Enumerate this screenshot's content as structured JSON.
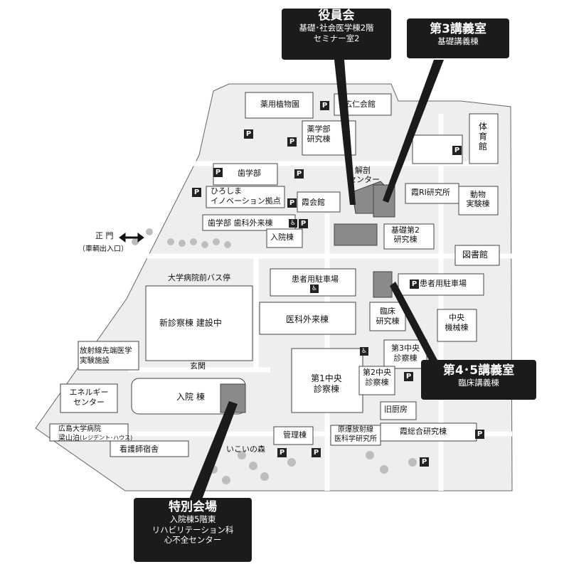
{
  "callouts": {
    "yakuin": {
      "title": "役員会",
      "sub1": "基礎･社会医学棟2階",
      "sub2": "セミナー室2"
    },
    "lec3": {
      "title": "第3講義室",
      "sub1": "基礎講義棟"
    },
    "lec45": {
      "title": "第4･5講義室",
      "sub1": "臨床講義棟"
    },
    "special": {
      "title": "特別会場",
      "sub1": "入院棟5階東",
      "sub2": "リハビリテーション科",
      "sub3": "心不全センター"
    }
  },
  "labels": {
    "herb_garden": "薬用植物園",
    "koujin": "広仁会館",
    "gym": "体育館",
    "pharm1": "薬学部",
    "pharm2": "研究棟",
    "dental": "歯学部",
    "hiroshima1": "ひろしま",
    "hiroshima2": "イノベーション拠点",
    "anatomy1": "解剖",
    "anatomy2": "センター",
    "kasumi_ri": "霞RI研究所",
    "animal1": "動物",
    "animal2": "実験棟",
    "kasumi_hall": "霞会館",
    "dental_out": "歯学部 歯科外来棟",
    "inpatient_small": "入院棟",
    "basic2_1": "基礎第2",
    "basic2_2": "研究棟",
    "library": "図書館",
    "main_gate": "正 門",
    "main_gate_note": "（車輌出入口）",
    "bus_stop": "大学病院前バス停",
    "patient_parking": "患者用駐車場",
    "patient_parking2": "患者用駐車場",
    "new_clinic": "新診察棟 建設中",
    "med_outpatient": "医科外来棟",
    "clinical1": "臨床",
    "clinical2": "研究棟",
    "machine1": "中央",
    "machine2": "機械棟",
    "radiation1": "放射線先端医学",
    "radiation2": "実験施設",
    "center3_1": "第3中央",
    "center3_2": "診察棟",
    "entrance": "玄関",
    "center1_1": "第1中央",
    "center1_2": "診察棟",
    "center2_1": "第2中央",
    "center2_2": "診察棟",
    "energy1": "エネルギー",
    "energy2": "センター",
    "inpatient": "入院 棟",
    "old_kitchen": "旧厨房",
    "ryouzan1": "広島大学病院",
    "ryouzan2": "梁山泊",
    "ryouzan3": "(レジデント･ハウス)",
    "management": "管理棟",
    "atomic1": "原爆放射線",
    "atomic2": "医科学研究所",
    "kasumi_res": "霞総合研究棟",
    "nurse_dorm": "看護師宿舎",
    "forest": "いこいの森"
  },
  "icons": {
    "parking": "P",
    "wheelchair": "♿"
  }
}
